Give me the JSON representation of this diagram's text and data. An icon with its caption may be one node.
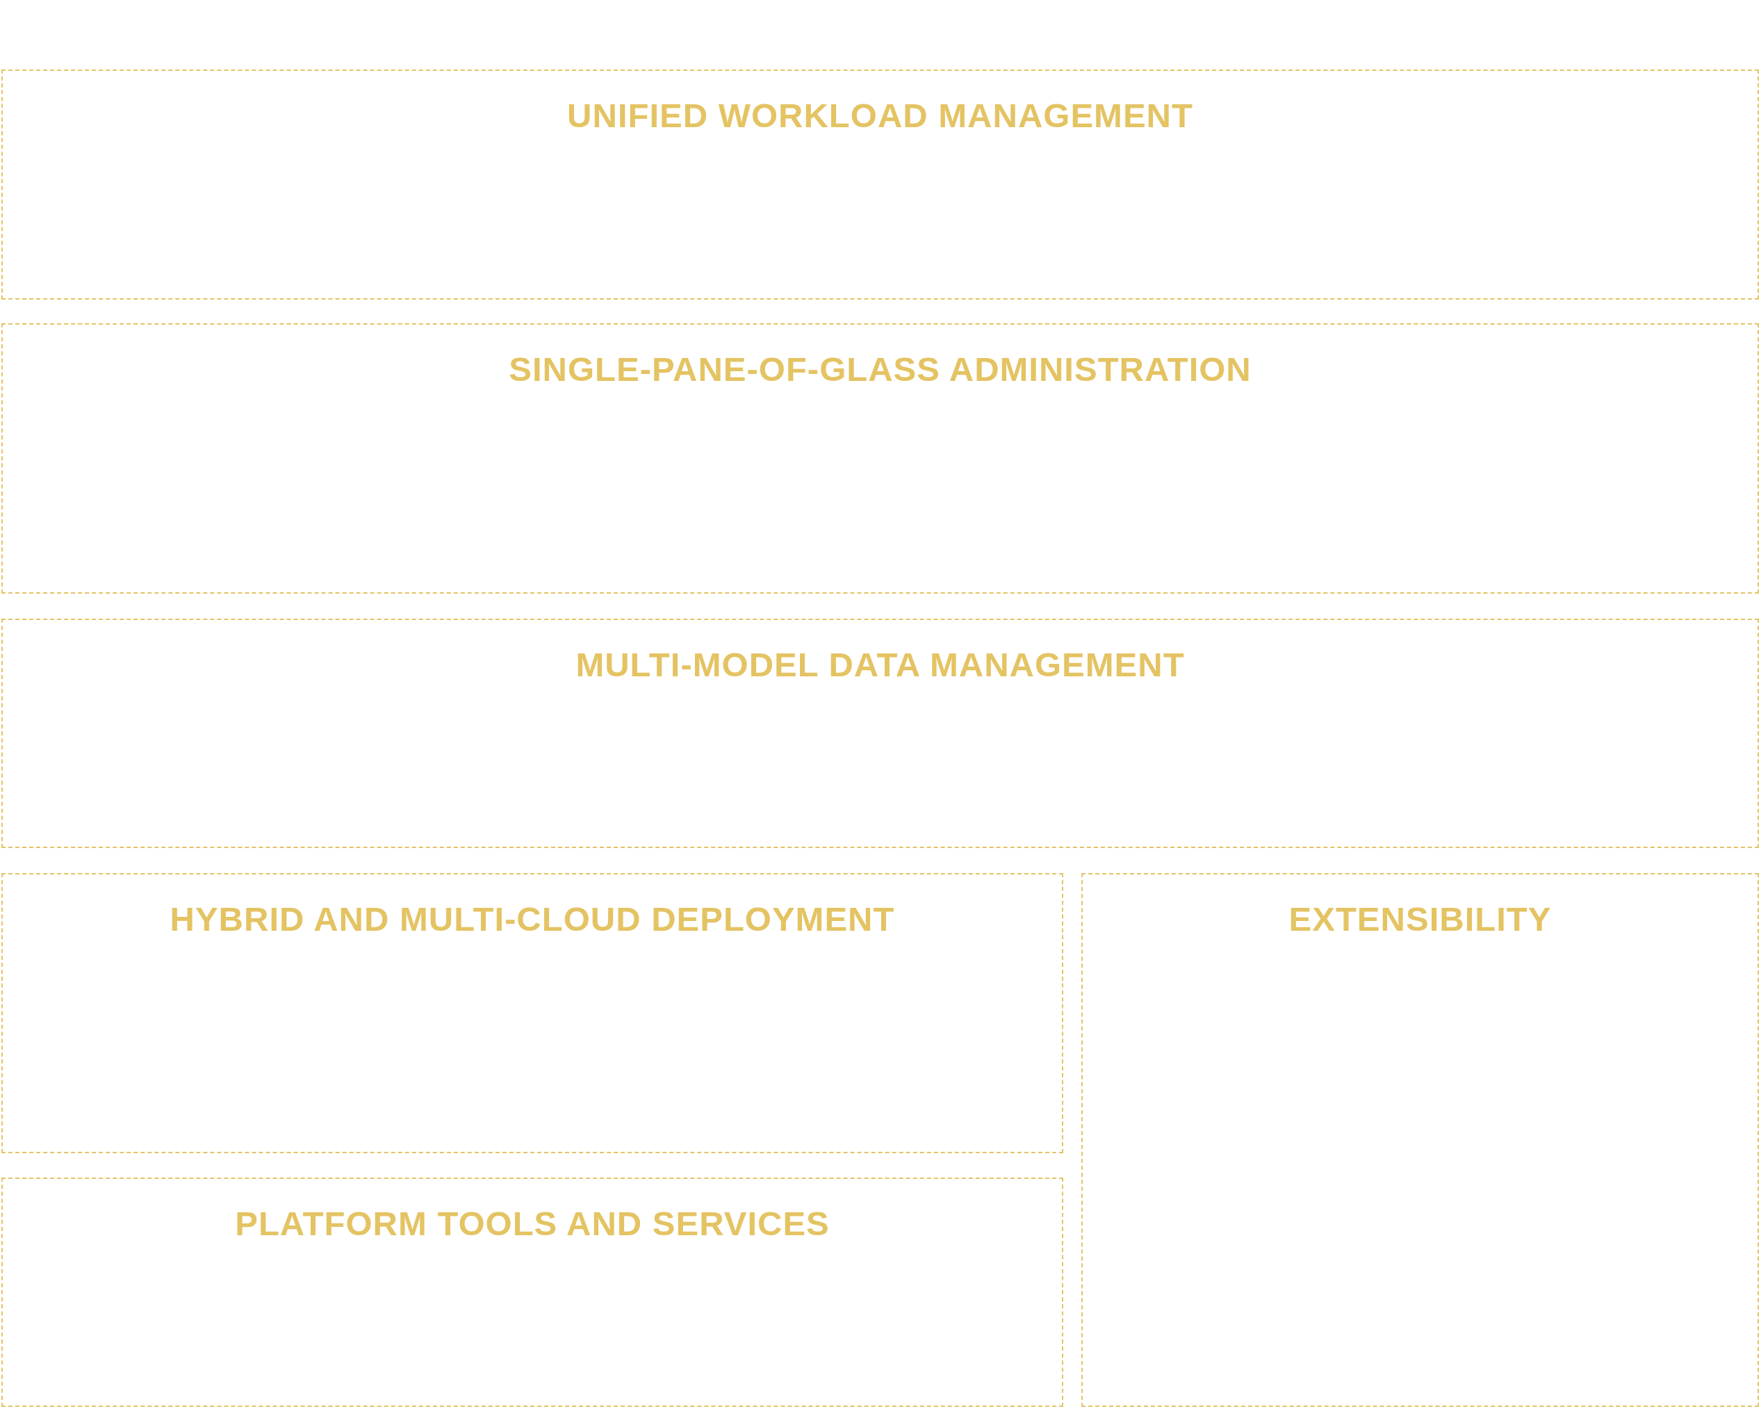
{
  "diagram": {
    "nodes": [
      {
        "text": [
          "UNIFIED WORKLOAD MANAGEMENT"
        ]
      },
      {
        "text": [
          "SINGLE-PANE-OF-GLASS ADMINISTRATION"
        ]
      },
      {
        "text": [
          "MULTI-MODEL DATA MANAGEMENT"
        ]
      },
      {
        "text": [
          "HYBRID AND MULTI-CLOUD DEPLOYMENT"
        ]
      },
      {
        "text": [
          "EXTENSIBILITY"
        ]
      },
      {
        "text": [
          "PLATFORM TOOLS AND SERVICES"
        ]
      }
    ]
  }
}
